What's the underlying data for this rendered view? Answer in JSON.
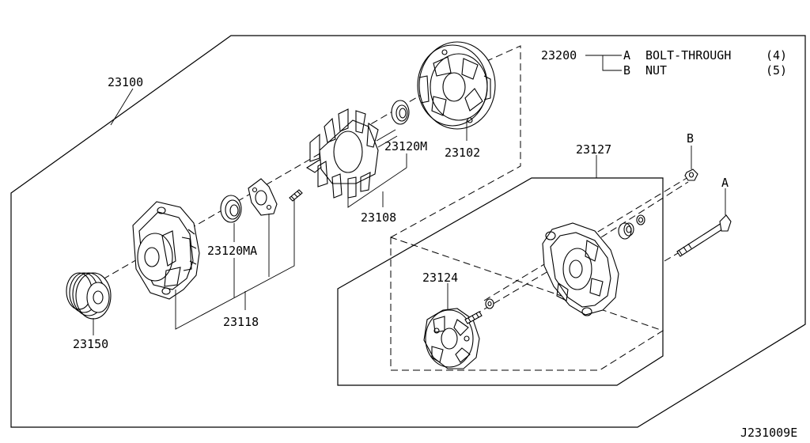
{
  "callouts": {
    "p23100": "23100",
    "p23102": "23102",
    "p23120m": "23120M",
    "p23108": "23108",
    "p23120ma": "23120MA",
    "p23118": "23118",
    "p23150": "23150",
    "p23127": "23127",
    "p23124": "23124"
  },
  "legend": {
    "part_number": "23200",
    "items": [
      {
        "letter": "A",
        "name": "BOLT-THROUGH",
        "qty": "(4)"
      },
      {
        "letter": "B",
        "name": "NUT",
        "qty": "(5)"
      }
    ]
  },
  "markers": {
    "a": "A",
    "b": "B"
  },
  "drawing_code": "J231009E"
}
